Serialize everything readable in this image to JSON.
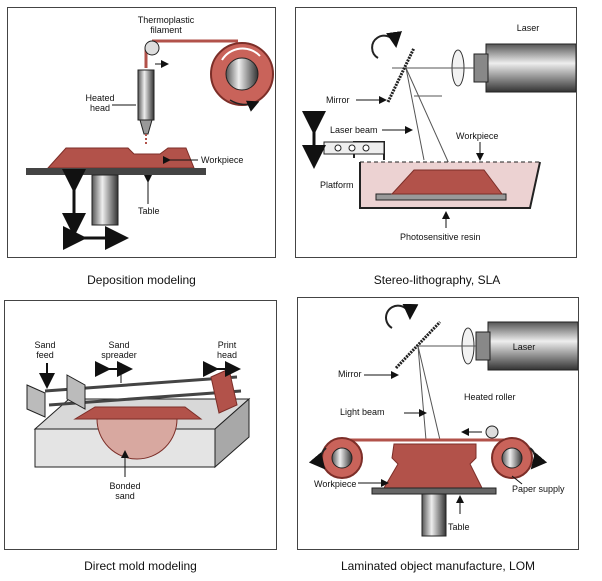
{
  "colors": {
    "part": "#b2524a",
    "part_dark": "#7c2e28",
    "metal_light": "#d8d8d8",
    "metal_dark": "#3a3a3a",
    "resin": "#ecd2d2",
    "sand": "#d8a8a0"
  },
  "panels": [
    {
      "caption": "Deposition modeling",
      "labels": {
        "filament": [
          "Thermoplastic",
          "filament"
        ],
        "head": [
          "Heated",
          "head"
        ],
        "workpiece": "Workpiece",
        "table": "Table"
      }
    },
    {
      "caption": "Stereo-lithography, SLA",
      "labels": {
        "laser": "Laser",
        "mirror": "Mirror",
        "laser_beam": "Laser beam",
        "workpiece": "Workpiece",
        "platform": "Platform",
        "resin": "Photosensitive resin"
      }
    },
    {
      "caption": "Direct mold modeling",
      "labels": {
        "sand_feed": [
          "Sand",
          "feed"
        ],
        "sand_spreader": [
          "Sand",
          "spreader"
        ],
        "print_head": [
          "Print",
          "head"
        ],
        "bonded_sand": [
          "Bonded",
          "sand"
        ]
      }
    },
    {
      "caption": "Laminated object manufacture, LOM",
      "labels": {
        "laser": "Laser",
        "mirror": "Mirror",
        "light_beam": "Light beam",
        "heated_roller": "Heated roller",
        "workpiece": "Workpiece",
        "paper_supply": "Paper supply",
        "table": "Table"
      }
    }
  ]
}
